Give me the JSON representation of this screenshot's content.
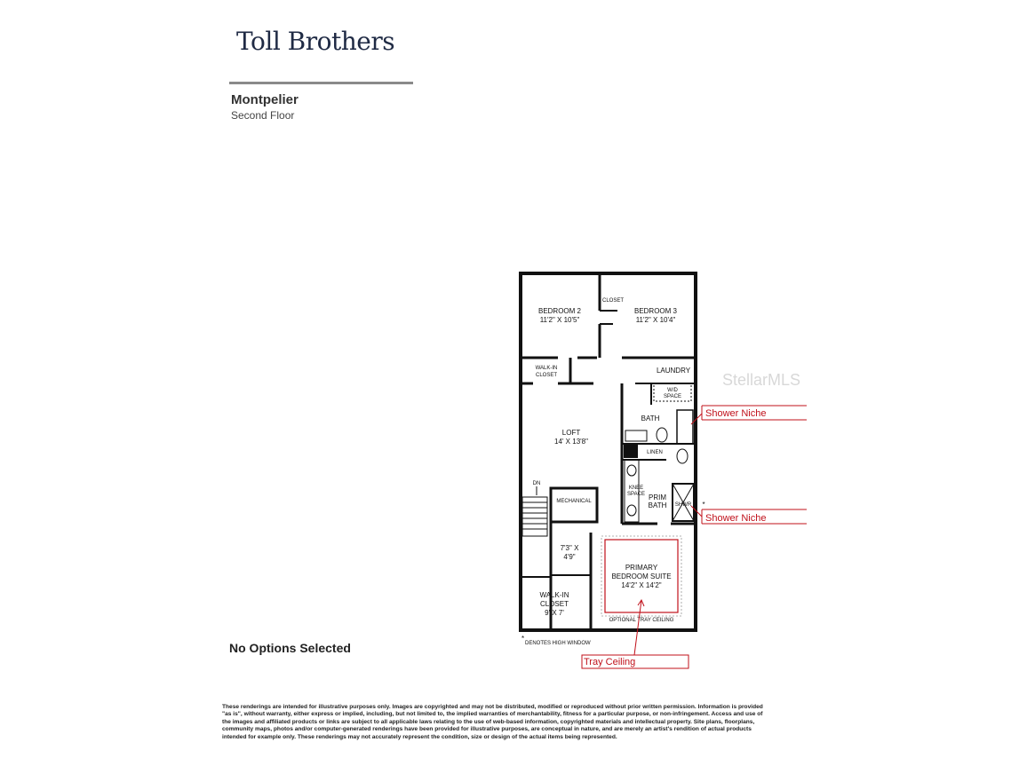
{
  "brand": {
    "name": "Toll Brothers"
  },
  "plan": {
    "name": "Montpelier",
    "floor": "Second Floor"
  },
  "options_text": "No Options Selected",
  "watermark": "StellarMLS",
  "rooms": {
    "bedroom2": {
      "name": "BEDROOM 2",
      "dims": "11'2\" X 10'5\""
    },
    "closet": "CLOSET",
    "bedroom3": {
      "name": "BEDROOM 3",
      "dims": "11'2\" X 10'4\""
    },
    "walkin_closet_top": [
      "WALK-IN",
      "CLOSET"
    ],
    "laundry": "LAUNDRY",
    "wd_space": [
      "W/D",
      "SPACE"
    ],
    "bath": "BATH",
    "loft": {
      "name": "LOFT",
      "dims": "14' X 13'8\""
    },
    "linen": "LINEN",
    "dn": "DN",
    "knee_space": [
      "KNEE",
      "SPACE"
    ],
    "prim_bath": [
      "PRIM",
      "BATH"
    ],
    "shwr": "SHWR",
    "mechanical": "MECHANICAL",
    "small_closet_dims": [
      "7'3\" X",
      "4'9\""
    ],
    "primary_suite": {
      "name": [
        "PRIMARY",
        "BEDROOM SUITE"
      ],
      "dims": "14'2\" X 14'2\""
    },
    "optional_tray": "OPTIONAL TRAY CEILING",
    "walkin_closet_bottom": {
      "name": [
        "WALK-IN",
        "CLOSET"
      ],
      "dims": "9' X 7'"
    }
  },
  "high_window_marker": "*",
  "high_window_note": "DENOTES HIGH WINDOW",
  "callouts": {
    "shower_niche_1": "Shower Niche",
    "shower_niche_2": "Shower Niche",
    "tray_ceiling": "Tray Ceiling"
  },
  "colors": {
    "callout": "#c0101a",
    "wall": "#111111",
    "brand": "#1f2a44"
  },
  "disclaimer": "These renderings are intended for illustrative purposes only. Images are copyrighted and may not be distributed, modified or reproduced without prior written permission. Information is provided \"as is\", without warranty, either express or implied, including, but not limited to, the implied warranties of merchantability, fitness for a particular purpose, or non-infringement. Access and use of the images and affiliated products or links are subject to all applicable laws relating to the use of web-based information, copyrighted materials and intellectual property. Site plans, floorplans, community maps, photos and/or computer-generated renderings have been provided for illustrative purposes, are conceptual in nature, and are merely an artist's rendition of actual products intended for example only. These renderings may not accurately represent the condition, size or design of the actual items being represented."
}
